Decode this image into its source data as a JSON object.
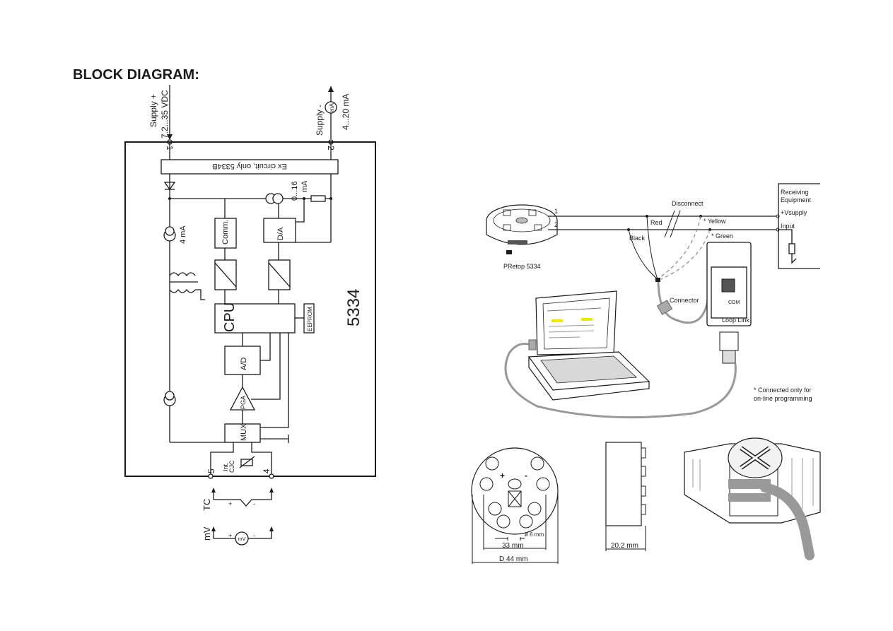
{
  "left_panel": {
    "title": "BLOCK DIAGRAM:",
    "supply_plus": "Supply +",
    "supply_plus_range": "7.2...35 VDC",
    "supply_minus": "Supply -",
    "supply_minus_range": "4...20 mA",
    "meter_ma": "mA",
    "terminal_1": "1",
    "terminal_2": "2",
    "terminal_4": "4",
    "terminal_5": "5",
    "ex_circuit": "Ex circuit, only 5334B",
    "range_0_16": "0...16",
    "range_ma": "mA",
    "four_ma": "4 mA",
    "comm": "Comm.",
    "da": "D/A",
    "cpu": "CPU",
    "eeprom": "EEPROM",
    "ad": "A/D",
    "pga": "PGA",
    "mux": "MUX",
    "int_cjc": "Int.\nCJC",
    "model": "5334",
    "tc": "TC",
    "mv": "mV",
    "mv_meter": "mV",
    "plus": "+",
    "minus": "-"
  },
  "right_panel": {
    "disconnect": "Disconnect",
    "red": "Red",
    "yellow": "Yellow",
    "green": "Green",
    "black": "Black",
    "wire_1": "1",
    "wire_2": "2",
    "receiving_equipment": "Receiving\nEquipment",
    "vsupply": "+Vsupply",
    "input": "Input",
    "pretop": "PRetop 5334",
    "connector": "Connector",
    "com": "COM",
    "looplink": "Loop Link",
    "footnote": "* Connected only for\n on-line programming",
    "d6mm": "ø 6 mm",
    "mm33": "33 mm",
    "d44mm": "D 44 mm",
    "mm20_2": "20.2 mm",
    "plus": "+",
    "minus": "-"
  }
}
